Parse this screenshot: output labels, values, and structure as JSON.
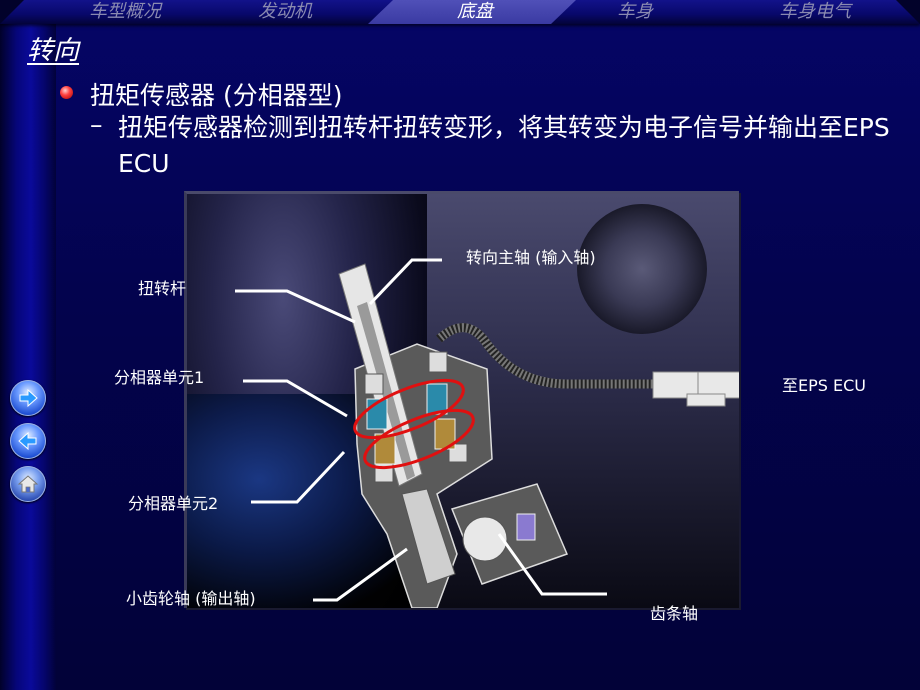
{
  "top_nav": {
    "items": [
      {
        "label": "车型概况",
        "active": false
      },
      {
        "label": "发动机",
        "active": false
      },
      {
        "label": "底盘",
        "active": true
      },
      {
        "label": "车身",
        "active": false
      },
      {
        "label": "车身电气",
        "active": false
      }
    ]
  },
  "slide": {
    "title": "转向",
    "bullet": "扭矩传感器 (分相器型)",
    "sub_dash": "–",
    "sub_bullet": "扭矩传感器检测到扭转杆扭转变形，将其转变为电子信号并输出至EPS ECU"
  },
  "side_buttons": [
    {
      "name": "next",
      "icon": "arrow-right-icon"
    },
    {
      "name": "previous",
      "icon": "arrow-left-icon"
    },
    {
      "name": "home",
      "icon": "home-icon"
    }
  ],
  "diagram": {
    "callouts": {
      "torsion_bar": "扭转杆",
      "input_shaft": "转向主轴 (输入轴)",
      "resolver_unit_1": "分相器单元1",
      "resolver_unit_2": "分相器单元2",
      "pinion_shaft": "小齿轮轴 (输出轴)",
      "rack_shaft": "齿条轴",
      "to_ecu": "至EPS ECU"
    },
    "highlight_color": "#e01010"
  }
}
